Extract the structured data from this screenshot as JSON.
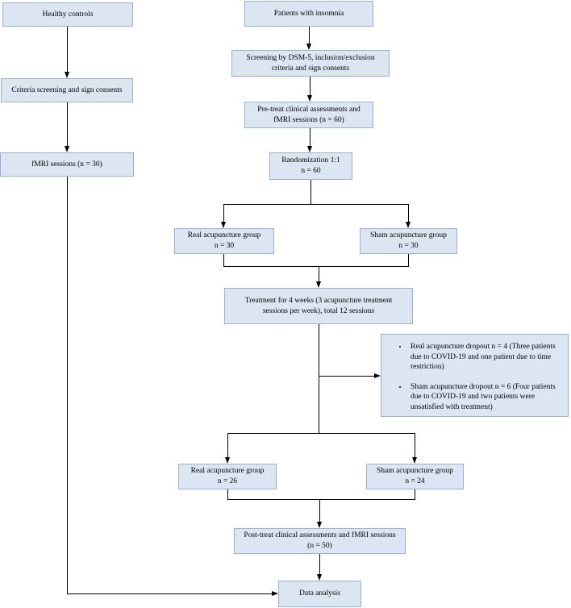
{
  "diagram_title": "Study flowchart: acupuncture trial for insomnia with healthy controls",
  "colors": {
    "box_fill": "#dce6f2",
    "box_border": "#9dafce",
    "connector_line": "#000000",
    "text": "#000000",
    "background": "#ffffff"
  },
  "boxes": {
    "healthy_controls": "Healthy controls",
    "criteria_screening": "Criteria screening and sign consents",
    "fmri_sessions": "fMRI sessions (n = 30)",
    "patients_with_insomnia": "Patients with insomnia",
    "screening": "Screening by DSM-5, inclusion/exclusion criteria and sign consents",
    "pre_treat": "Pre-treat clinical assessments and fMRI sessions (n = 60)",
    "randomization": {
      "line1": "Randomization 1:1",
      "line2": "n = 60"
    },
    "real_group_pre": {
      "line1": "Real acupuncture group",
      "line2": "n = 30"
    },
    "sham_group_pre": {
      "line1": "Sham acupuncture group",
      "line2": "n = 30"
    },
    "treatment": "Treatment for 4 weeks (3 acupuncture treatment sessions per week), total 12 sessions",
    "dropout": {
      "bullet1": "Real acupuncture dropout n = 4 (Three patients due to COVID-19 and one patient due to time restriction)",
      "bullet2": "Sham acupuncture dropout  n = 6 (Four patients due to COVID-19 and two patients were unsatisfied with treatment)"
    },
    "real_group_post": {
      "line1": "Real acupuncture group",
      "line2": "n = 26"
    },
    "sham_group_post": {
      "line1": "Sham acupuncture group",
      "line2": "n = 24"
    },
    "post_treat": "Post-treat clinical assessments and fMRI sessions (n = 50)",
    "data_analysis": "Data analysis"
  }
}
